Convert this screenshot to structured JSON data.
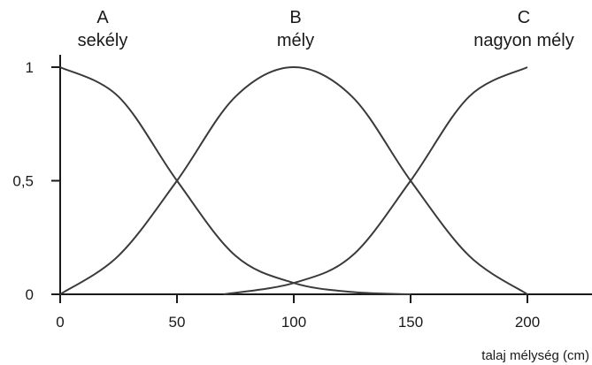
{
  "chart_data": {
    "type": "line",
    "xlabel": "talaj mélység (cm)",
    "ylabel": "",
    "xlim": [
      0,
      225
    ],
    "ylim": [
      0,
      1
    ],
    "x_ticks": [
      "0",
      "50",
      "100",
      "150",
      "200"
    ],
    "x_tick_values": [
      0,
      50,
      100,
      150,
      200
    ],
    "y_ticks": [
      "0",
      "0,5",
      "1"
    ],
    "y_tick_values": [
      0,
      0.5,
      1
    ],
    "grid": false,
    "series": [
      {
        "name": "A sekély",
        "letter": "A",
        "label": "sekély",
        "x": [
          0,
          25,
          50,
          75,
          100,
          125,
          150
        ],
        "y": [
          1,
          0.87,
          0.5,
          0.17,
          0.05,
          0.01,
          0
        ]
      },
      {
        "name": "B mély",
        "letter": "B",
        "label": "mély",
        "x": [
          0,
          25,
          50,
          75,
          100,
          125,
          150,
          175,
          200
        ],
        "y": [
          0,
          0.17,
          0.5,
          0.87,
          1,
          0.87,
          0.5,
          0.17,
          0
        ]
      },
      {
        "name": "C nagyon mély",
        "letter": "C",
        "label": "nagyon mély",
        "x": [
          70,
          100,
          125,
          150,
          175,
          200
        ],
        "y": [
          0,
          0.05,
          0.17,
          0.5,
          0.87,
          1
        ]
      }
    ],
    "colors": {
      "line": "#3a3a3a",
      "axis": "#1a1a1a"
    }
  }
}
